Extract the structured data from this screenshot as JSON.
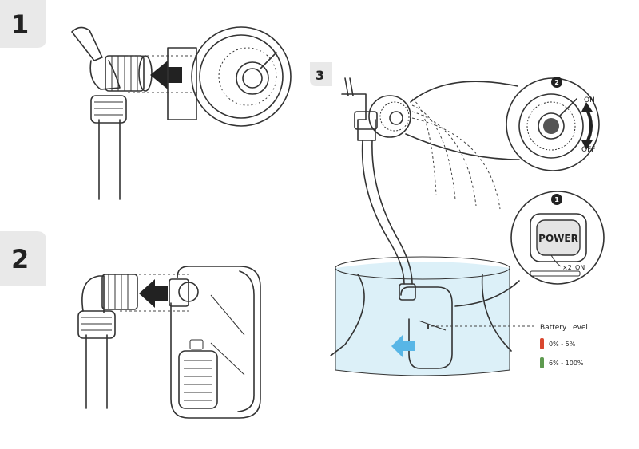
{
  "steps": {
    "step1": "1",
    "step2": "2",
    "step3": "3"
  },
  "callouts": {
    "dial_marker": "2",
    "power_marker": "1"
  },
  "dial": {
    "on_label": "ON",
    "off_label": "OFF"
  },
  "power": {
    "button_label": "POWER",
    "press_label": "×2",
    "on_label": "ON"
  },
  "battery": {
    "title": "Battery Level",
    "low_range": "0% - 5%",
    "high_range": "6% - 100%"
  },
  "colors": {
    "battery_low": "#d9472f",
    "battery_high": "#5e9a4f",
    "water": "#dcf0f8",
    "arrow_blue": "#58b6e6",
    "step_tab": "#e9e9e9"
  }
}
